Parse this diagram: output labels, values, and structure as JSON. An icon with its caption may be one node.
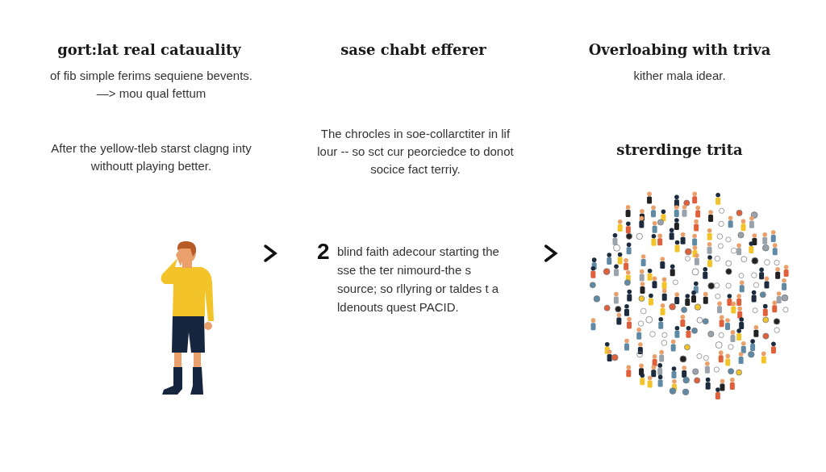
{
  "diagram": {
    "nodes": [
      {
        "text": [],
        "shape": "person"
      },
      {
        "text": [
          "2",
          "blind faith adecour starting the sse the ter nimourd-the s source; so rllyring or taldes t a ldenouts quest PACID."
        ]
      },
      {
        "text": [],
        "shape": "picture"
      }
    ],
    "edges": [
      {
        "from": 0,
        "to": 1,
        "arrow": "to"
      },
      {
        "from": 1,
        "to": 2,
        "arrow": "to"
      }
    ],
    "labels": [
      "gort:lat real catauality",
      "of fib simple ferims sequiene bevents. —> mou qual fettum",
      "After the yellow-tleb starst clagng inty withoutt playing better.",
      "sase chabt efferer",
      "The chrocles in soe-collarctiter in lif lour -- so sct cur peorciedce to donot socice fact terriy.",
      "Overloabing with triva",
      "kither mala idear.",
      "strerdinge trita"
    ]
  }
}
